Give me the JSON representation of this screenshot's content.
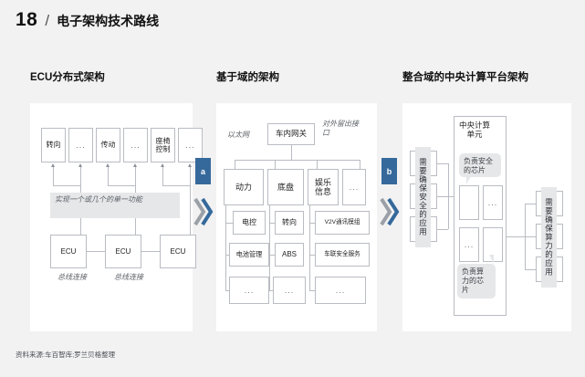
{
  "title": {
    "number": "18",
    "separator": "/",
    "text": "电子架构技术路线"
  },
  "sections": [
    {
      "id": "a",
      "heading": "ECU分布式架构"
    },
    {
      "id": "b",
      "heading": "基于域的架构"
    },
    {
      "id": "c",
      "heading": "整合域的中央计算平台架构"
    }
  ],
  "steps": [
    {
      "label": "a"
    },
    {
      "label": "b"
    }
  ],
  "panel_a": {
    "top_boxes": [
      "转向",
      "...",
      "传动",
      "...",
      "座椅\n控制",
      "..."
    ],
    "callout": "实现一个或几个的单一功能",
    "ecu_boxes": [
      "ECU",
      "ECU",
      "ECU"
    ],
    "bus_labels": [
      "总线连接",
      "总线连接"
    ]
  },
  "panel_b": {
    "ethernet_label": "以太网",
    "gateway": "车内网关",
    "external_label": "对外留出接口",
    "domains": [
      {
        "name": "动力",
        "children": [
          "电控",
          "电池管理",
          "..."
        ]
      },
      {
        "name": "底盘",
        "children": [
          "转向",
          "ABS",
          "..."
        ]
      },
      {
        "name": "娱乐\n信息",
        "children": [
          "V2V通讯模组",
          "车联安全服务",
          "..."
        ]
      },
      {
        "name": "...",
        "children": []
      }
    ]
  },
  "panel_c": {
    "ccu_title": "中央计算\n单元",
    "bubble_security": "负责安全\n的芯片",
    "bubble_compute": "负责算\n力的芯\n片",
    "left_group_label": "需要确保安全的应用",
    "right_group_label": "需要确保算力的应用",
    "chip_boxes": [
      "",
      "...",
      "...",
      ""
    ]
  },
  "source": "资料来源:车百智库;罗兰贝格整理",
  "colors": {
    "page_bg": "#f2f2f3",
    "panel_bg": "#ffffff",
    "accent_blue": "#35699b",
    "chevron_gray": "#9aa0a6",
    "box_border": "#b9bcc2",
    "callout_bg": "#e6e7e9"
  }
}
